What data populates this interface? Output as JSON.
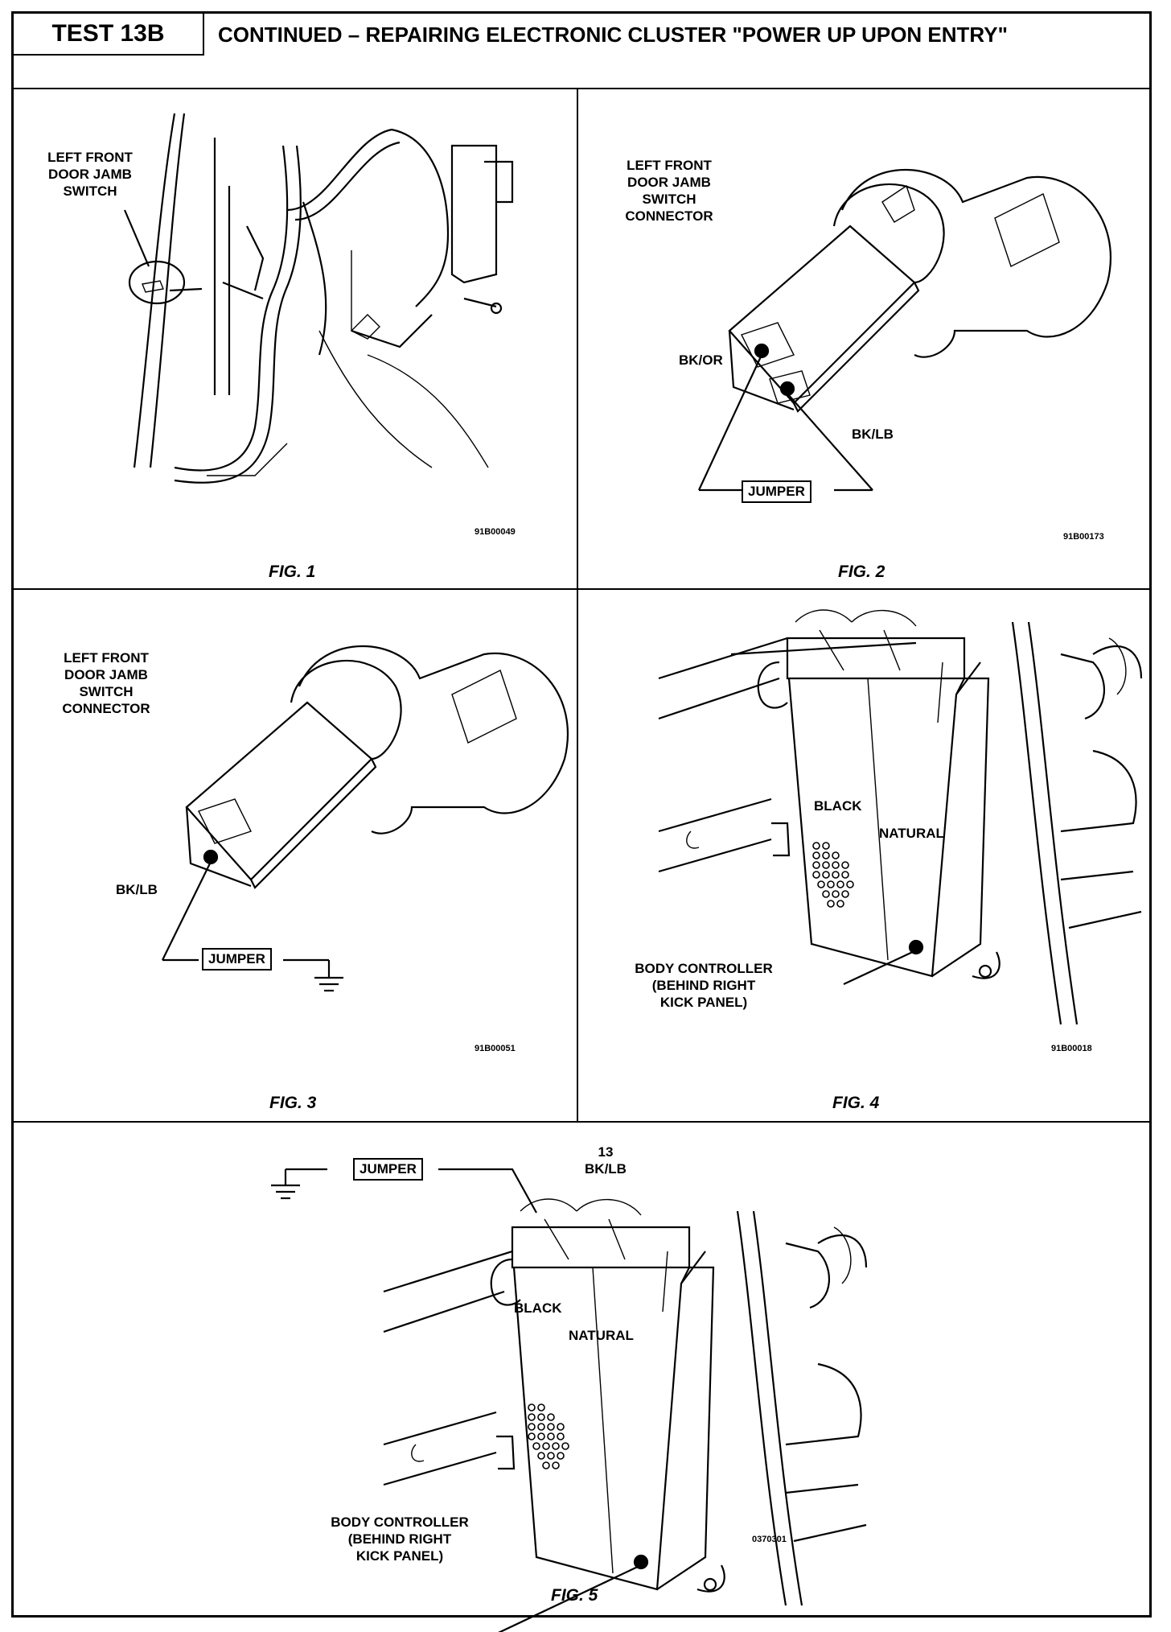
{
  "header": {
    "test_id": "TEST 13B",
    "title": "CONTINUED – REPAIRING ELECTRONIC CLUSTER \"POWER UP UPON ENTRY\""
  },
  "fig1": {
    "label_lines": [
      "LEFT FRONT",
      "DOOR JAMB",
      "SWITCH"
    ],
    "code": "91B00049",
    "caption": "FIG. 1"
  },
  "fig2": {
    "label_lines": [
      "LEFT FRONT",
      "DOOR JAMB",
      "SWITCH",
      "CONNECTOR"
    ],
    "pin_a": "BK/OR",
    "pin_b": "BK/LB",
    "jumper": "JUMPER",
    "code": "91B00173",
    "caption": "FIG. 2"
  },
  "fig3": {
    "label_lines": [
      "LEFT FRONT",
      "DOOR JAMB",
      "SWITCH",
      "CONNECTOR"
    ],
    "pin": "BK/LB",
    "jumper": "JUMPER",
    "code": "91B00051",
    "caption": "FIG. 3"
  },
  "fig4": {
    "black": "BLACK",
    "natural": "NATURAL",
    "controller_lines": [
      "BODY CONTROLLER",
      "(BEHIND RIGHT",
      "KICK PANEL)"
    ],
    "code": "91B00018",
    "caption": "FIG. 4"
  },
  "fig5": {
    "pin_number": "13",
    "pin": "BK/LB",
    "jumper": "JUMPER",
    "black": "BLACK",
    "natural": "NATURAL",
    "controller_lines": [
      "BODY CONTROLLER",
      "(BEHIND RIGHT",
      "KICK PANEL)"
    ],
    "code": "0370301",
    "caption": "FIG. 5"
  }
}
